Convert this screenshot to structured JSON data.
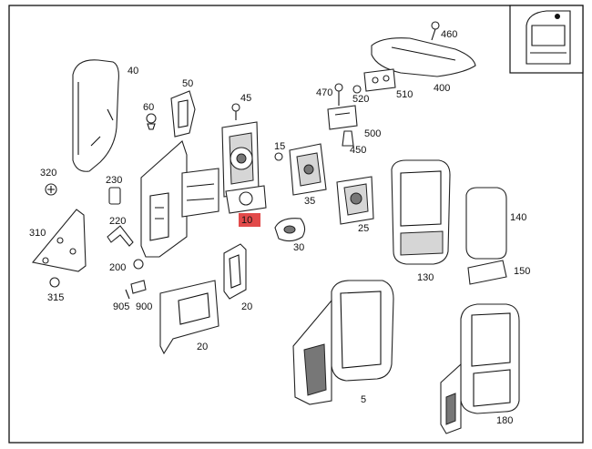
{
  "diagram": {
    "highlight_color": "#e24a4a",
    "labels": {
      "l10": "10",
      "l20a": "20",
      "l20b": "20",
      "l25": "25",
      "l30": "30",
      "l35": "35",
      "l40": "40",
      "l45": "45",
      "l5": "5",
      "l15": "15",
      "l50": "50",
      "l60": "60",
      "l130": "130",
      "l140": "140",
      "l150": "150",
      "l180": "180",
      "l200": "200",
      "l220": "220",
      "l230": "230",
      "l310": "310",
      "l315": "315",
      "l320": "320",
      "l400": "400",
      "l450": "450",
      "l460": "460",
      "l470": "470",
      "l500": "500",
      "l510": "510",
      "l520": "520",
      "l900": "900",
      "l905": "905"
    }
  }
}
